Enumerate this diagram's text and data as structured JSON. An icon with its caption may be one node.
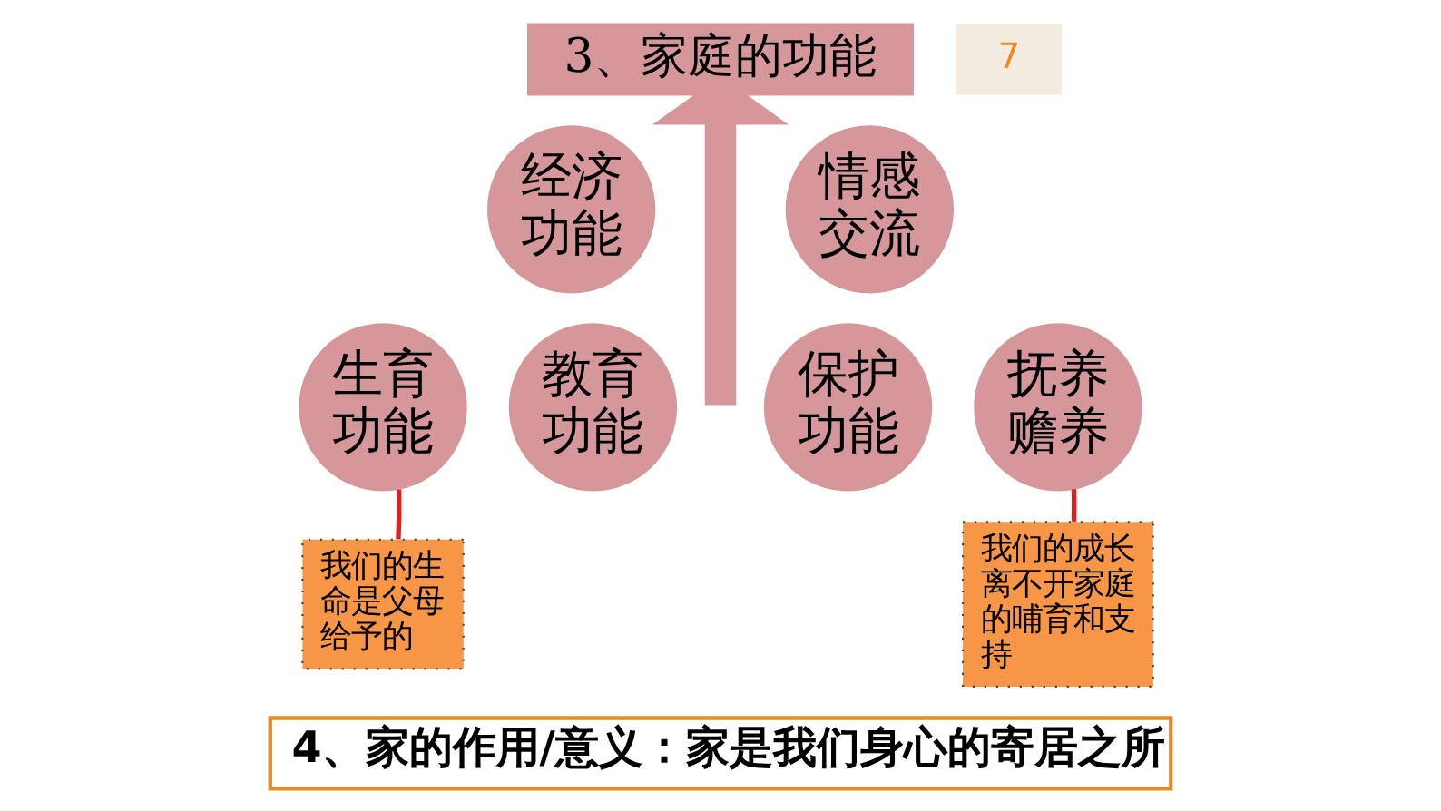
{
  "diagram": {
    "nodes": [
      {
        "text": [
          "3、家庭的功能"
        ]
      },
      {
        "text": [
          "经济功能"
        ]
      },
      {
        "text": [
          "情感交流"
        ]
      },
      {
        "text": [
          "生育功能"
        ]
      },
      {
        "text": [
          "教育功能"
        ]
      },
      {
        "text": [
          "保护功能"
        ]
      },
      {
        "text": [
          "抚养赡养"
        ]
      },
      {
        "text": [
          "我们的生命是父母给予的"
        ]
      },
      {
        "text": [
          "我们的成长离不开家庭的哺育和支持"
        ]
      },
      {
        "text": [
          "4、家的作用/意义：家是我们身心的寄居之所"
        ]
      }
    ],
    "edges": [
      {
        "from": null,
        "to": 0,
        "arrow": "to",
        "style": "thick",
        "color": "#d59799"
      },
      {
        "from": 7,
        "to": 3,
        "arrow": "none",
        "color": "#e0201f"
      },
      {
        "from": 8,
        "to": 6,
        "arrow": "none",
        "color": "#e0201f"
      }
    ],
    "labels": [
      "7"
    ]
  }
}
